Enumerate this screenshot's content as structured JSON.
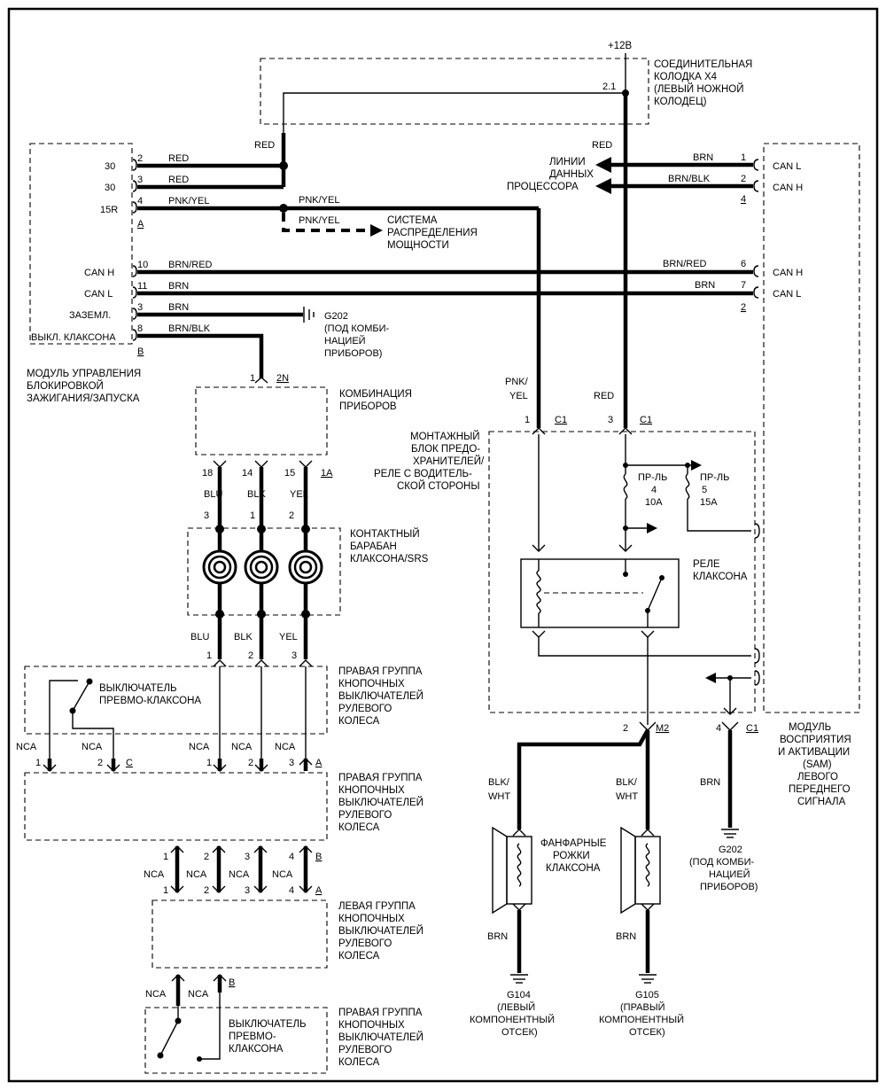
{
  "supply": {
    "voltage": "+12В",
    "pin": "2.1"
  },
  "connector_x4": {
    "label_lines": [
      "СОЕДИНИТЕЛЬНАЯ",
      "КОЛОДКА X4",
      "(ЛЕВЫЙ НОЖНОЙ",
      "КОЛОДЕЦ)"
    ]
  },
  "wire_colors": {
    "red": "RED",
    "red2": "RED",
    "brn": "BRN",
    "brn_blk": "BRN/BLK",
    "pnk_yel": "PNK/YEL",
    "brn_red": "BRN/RED",
    "blu": "BLU",
    "blk": "BLK",
    "yel": "YEL",
    "pnk_top": "PNK/",
    "yel_bottom": "YEL",
    "blk_top": "BLK/",
    "wht_bottom": "WHT"
  },
  "ignition_module": {
    "label_lines": [
      "МОДУЛЬ УПРАВЛЕНИЯ",
      "БЛОКИРОВКОЙ",
      "ЗАЖИГАНИЯ/ЗАПУСКА"
    ],
    "connector_a": "A",
    "connector_b": "B",
    "rows": [
      {
        "name": "30",
        "pin": "2",
        "wire": "RED"
      },
      {
        "name": "30",
        "pin": "3",
        "wire": "RED"
      },
      {
        "name": "15R",
        "pin": "4",
        "wire": "PNK/YEL"
      },
      {
        "name": "CAN H",
        "pin": "10",
        "wire": "BRN/RED"
      },
      {
        "name": "CAN L",
        "pin": "11",
        "wire": "BRN"
      },
      {
        "name": "ЗАЗЕМЛ.",
        "pin": "3",
        "wire": "BRN"
      },
      {
        "name": "ВЫКЛ. КЛАКСОНА",
        "pin": "8",
        "wire": "BRN/BLK"
      }
    ]
  },
  "power_distribution": {
    "wire": "PNK/YEL",
    "label_lines": [
      "СИСТЕМА",
      "РАСПРЕДЕЛЕНИЯ",
      "МОЩНОСТИ"
    ]
  },
  "data_lines": {
    "label_lines": [
      "ЛИНИИ",
      "ДАННЫХ",
      "ПРОЦЕССОРА"
    ]
  },
  "sam_module": {
    "label_lines": [
      "МОДУЛЬ",
      "ВОСПРИЯТИЯ",
      "И АКТИВАЦИИ",
      "(SAM)",
      "ЛЕВОГО",
      "ПЕРЕДНЕГО",
      "СИГНАЛА"
    ],
    "rows": [
      {
        "name": "CAN L",
        "pin": "1",
        "wire": "BRN"
      },
      {
        "name": "CAN H",
        "pin": "2",
        "wire": "BRN/BLK"
      },
      {
        "name": "CAN H",
        "pin": "6",
        "wire": "BRN/RED"
      },
      {
        "name": "CAN L",
        "pin": "7",
        "wire": "BRN"
      }
    ],
    "connector_4": "4",
    "connector_2": "2"
  },
  "ground_g202_left": {
    "id": "G202",
    "label_lines": [
      "(ПОД КОМБИ-",
      "НАЦИЕЙ",
      "ПРИБОРОВ)"
    ]
  },
  "instrument_cluster": {
    "label_lines": [
      "КОМБИНАЦИЯ",
      "ПРИБОРОВ"
    ],
    "top_pin": "1",
    "top_conn": "2N",
    "pins": [
      "18",
      "14",
      "15"
    ],
    "conn": "1A"
  },
  "clockspring": {
    "label_lines": [
      "КОНТАКТНЫЙ",
      "БАРАБАН",
      "КЛАКСОНА/SRS"
    ],
    "pins": [
      "3",
      "1",
      "2"
    ]
  },
  "right_group_1": {
    "label_lines": [
      "ПРАВАЯ ГРУППА",
      "КНОПОЧНЫХ",
      "ВЫКЛЮЧАТЕЛЕЙ",
      "РУЛЕВОГО",
      "КОЛЕСА"
    ],
    "pins": [
      "1",
      "2",
      "3"
    ],
    "switch_lines": [
      "ВЫКЛЮЧАТЕЛЬ",
      "ПРЕВМО-КЛАКСОНА"
    ]
  },
  "right_group_2": {
    "label_lines": [
      "ПРАВАЯ ГРУППА",
      "КНОПОЧНЫХ",
      "ВЫКЛЮЧАТЕЛЕЙ",
      "РУЛЕВОГО",
      "КОЛЕСА"
    ]
  },
  "nca": "NCA",
  "conn_c": "C",
  "conn_a": "A",
  "conn_b": "B",
  "left_group": {
    "label_lines": [
      "ЛЕВАЯ ГРУППА",
      "КНОПОЧНЫХ",
      "ВЫКЛЮЧАТЕЛЕЙ",
      "РУЛЕВОГО",
      "КОЛЕСА"
    ],
    "pins": [
      "1",
      "2",
      "3",
      "4"
    ]
  },
  "right_group_3": {
    "label_lines": [
      "ПРАВАЯ ГРУППА",
      "КНОПОЧНЫХ",
      "ВЫКЛЮЧАТЕЛЕЙ",
      "РУЛЕВОГО",
      "КОЛЕСА"
    ],
    "switch_lines": [
      "ВЫКЛЮЧАТЕЛЬ",
      "ПРЕВМО-",
      "КЛАКСОНА"
    ]
  },
  "fuse_block": {
    "label_lines": [
      "МОНТАЖНЫЙ",
      "БЛОК ПРЕДО-",
      "ХРАНИТЕЛЕЙ/",
      "РЕЛЕ С ВОДИТЕЛЬ-",
      "СКОЙ СТОРОНЫ"
    ],
    "pin1": "1",
    "pin3": "3",
    "conn": "C1",
    "fuse4_lines": [
      "ПР-ЛЬ",
      "4",
      "10A"
    ],
    "fuse5_lines": [
      "ПР-ЛЬ",
      "5",
      "15A"
    ],
    "relay_lines": [
      "РЕЛЕ",
      "КЛАКСОНА"
    ],
    "m2_pin": "2",
    "m2_conn": "M2",
    "c1_pin": "4",
    "c1_conn": "C1"
  },
  "horns": {
    "label_lines": [
      "ФАНФАРНЫЕ",
      "РОЖКИ",
      "КЛАКСОНА"
    ]
  },
  "ground_g104": {
    "id": "G104",
    "label_lines": [
      "(ЛЕВЫЙ",
      "КОМПОНЕНТНЫЙ",
      "ОТСЕК)"
    ]
  },
  "ground_g105": {
    "id": "G105",
    "label_lines": [
      "(ПРАВЫЙ",
      "КОМПОНЕНТНЫЙ",
      "ОТСЕК)"
    ]
  },
  "ground_g202_right": {
    "id": "G202",
    "label_lines": [
      "(ПОД КОМБИ-",
      "НАЦИЕЙ",
      "ПРИБОРОВ)"
    ]
  }
}
